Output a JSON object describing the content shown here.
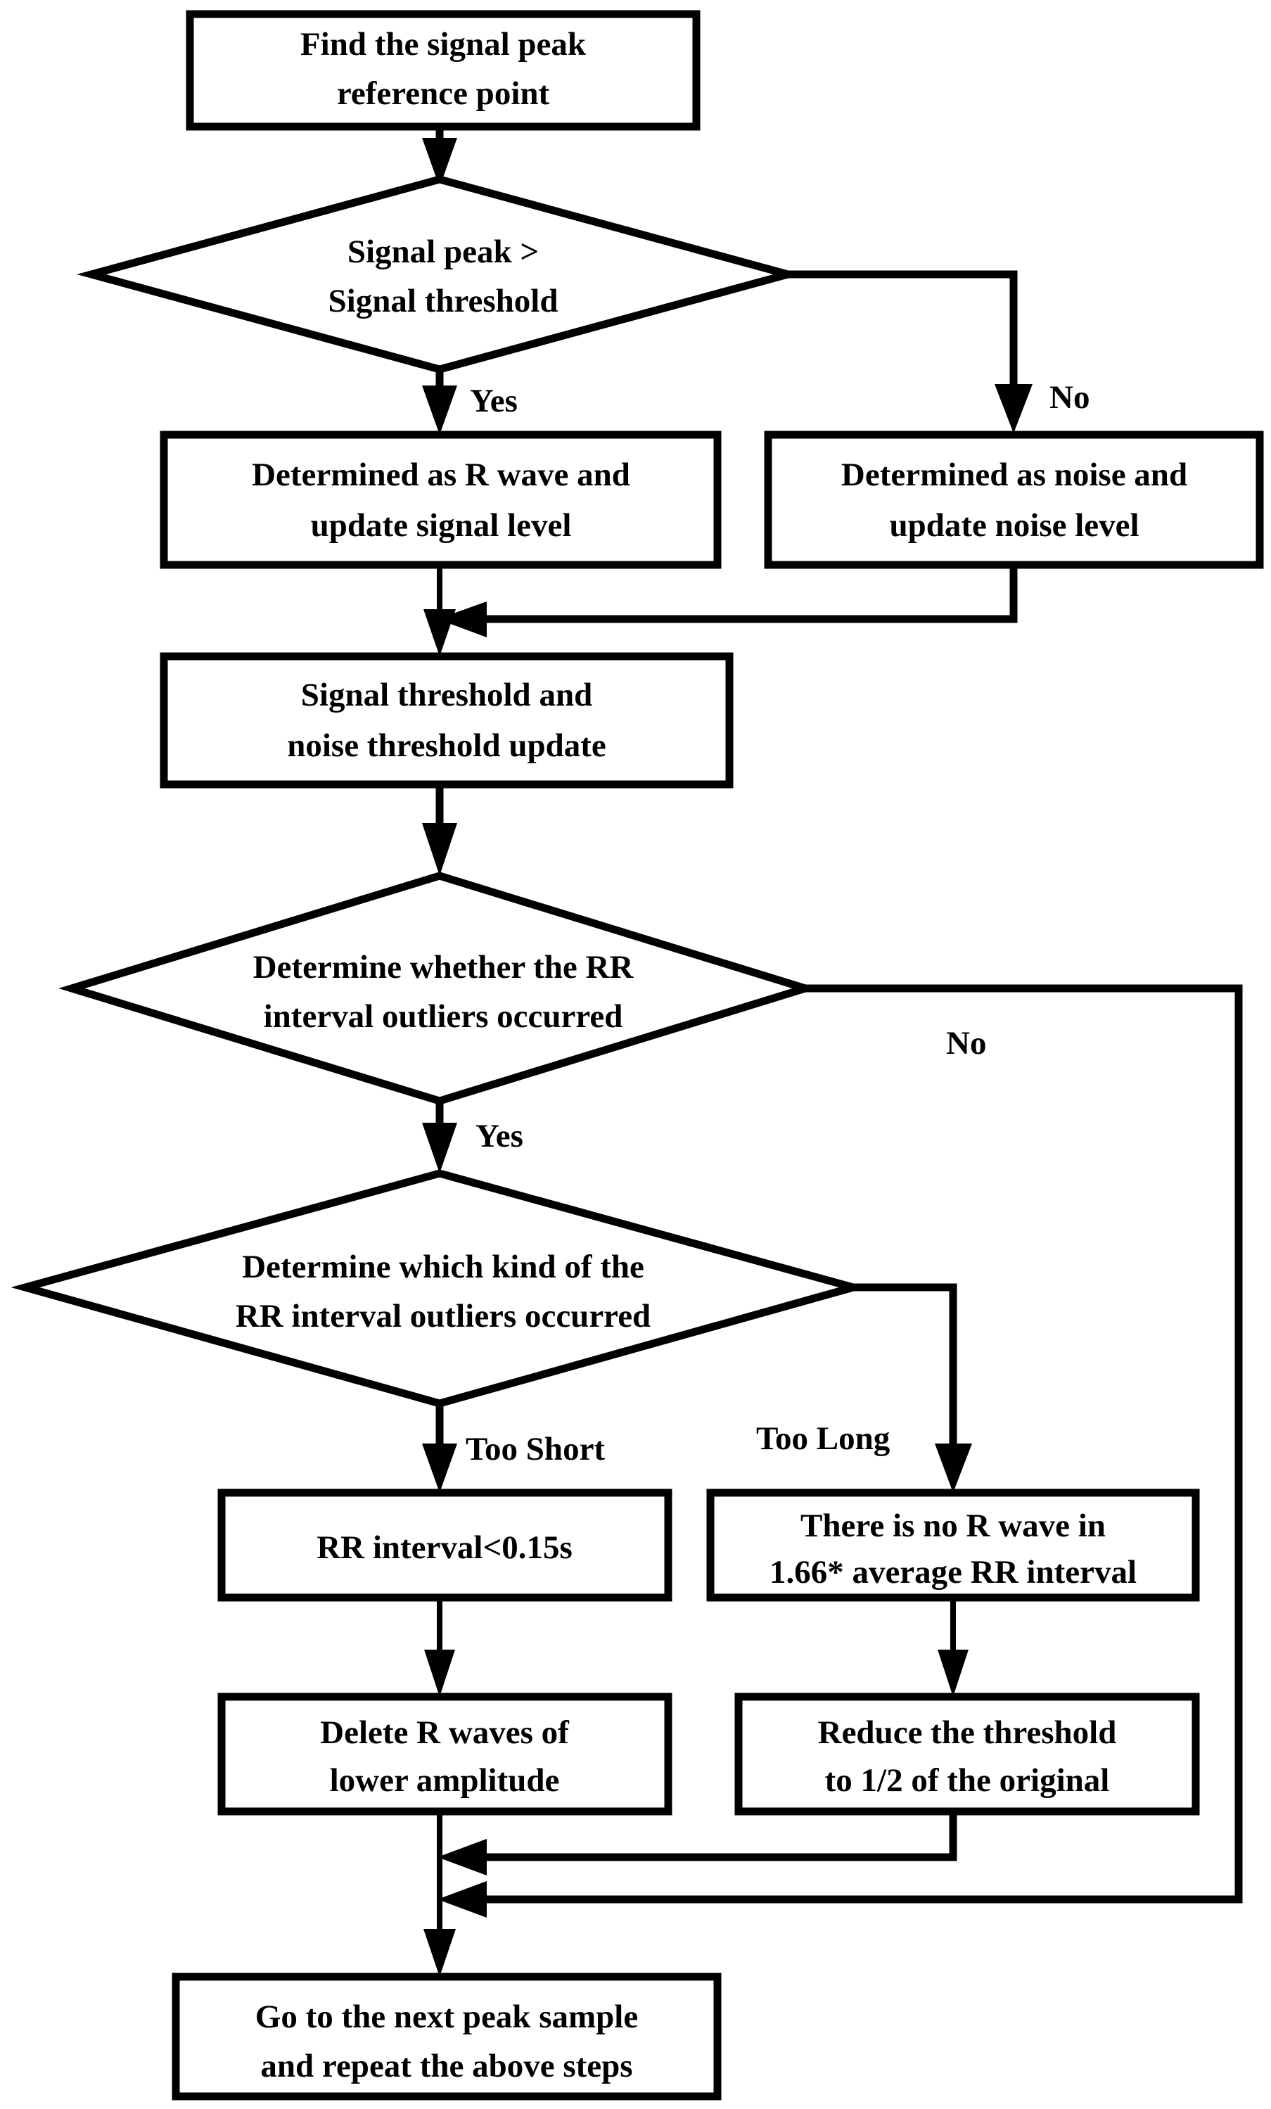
{
  "diagram": {
    "title": "R wave detection and RR interval outlier correction flowchart",
    "style": {
      "stroke_color": "#000000",
      "fill_color": "#ffffff",
      "text_color": "#000000"
    },
    "nodes": {
      "start_find_peak": {
        "type": "process",
        "line1": "Find the signal peak",
        "line2": "reference point"
      },
      "decide_peak_thresh": {
        "type": "decision",
        "line1": "Signal peak >",
        "line2": "Signal threshold"
      },
      "determined_r_wave": {
        "type": "process",
        "line1": "Determined as R wave and",
        "line2": "update signal level"
      },
      "determined_noise": {
        "type": "process",
        "line1": "Determined as noise and",
        "line2": "update noise level"
      },
      "threshold_update": {
        "type": "process",
        "line1": "Signal threshold and",
        "line2": "noise threshold update"
      },
      "decide_rr_outlier": {
        "type": "decision",
        "line1": "Determine whether the RR",
        "line2": "interval outliers occurred"
      },
      "decide_rr_kind": {
        "type": "decision",
        "line1": "Determine which kind of the",
        "line2": "RR interval outliers occurred"
      },
      "rr_too_short": {
        "type": "process",
        "line1": "RR interval<0.15s",
        "line2": ""
      },
      "rr_too_long": {
        "type": "process",
        "line1": "There is no R wave in",
        "line2": "1.66* average RR interval"
      },
      "delete_r_waves": {
        "type": "process",
        "line1": "Delete R waves of",
        "line2": "lower amplitude"
      },
      "reduce_threshold": {
        "type": "process",
        "line1": "Reduce the threshold",
        "line2": "to 1/2 of the original"
      },
      "next_peak_sample": {
        "type": "process",
        "line1": "Go to the next peak sample",
        "line2": "and repeat the above steps"
      }
    },
    "edge_labels": {
      "peak_yes": "Yes",
      "peak_no": "No",
      "outlier_yes": "Yes",
      "outlier_no": "No",
      "kind_short": "Too Short",
      "kind_long": "Too Long"
    }
  }
}
